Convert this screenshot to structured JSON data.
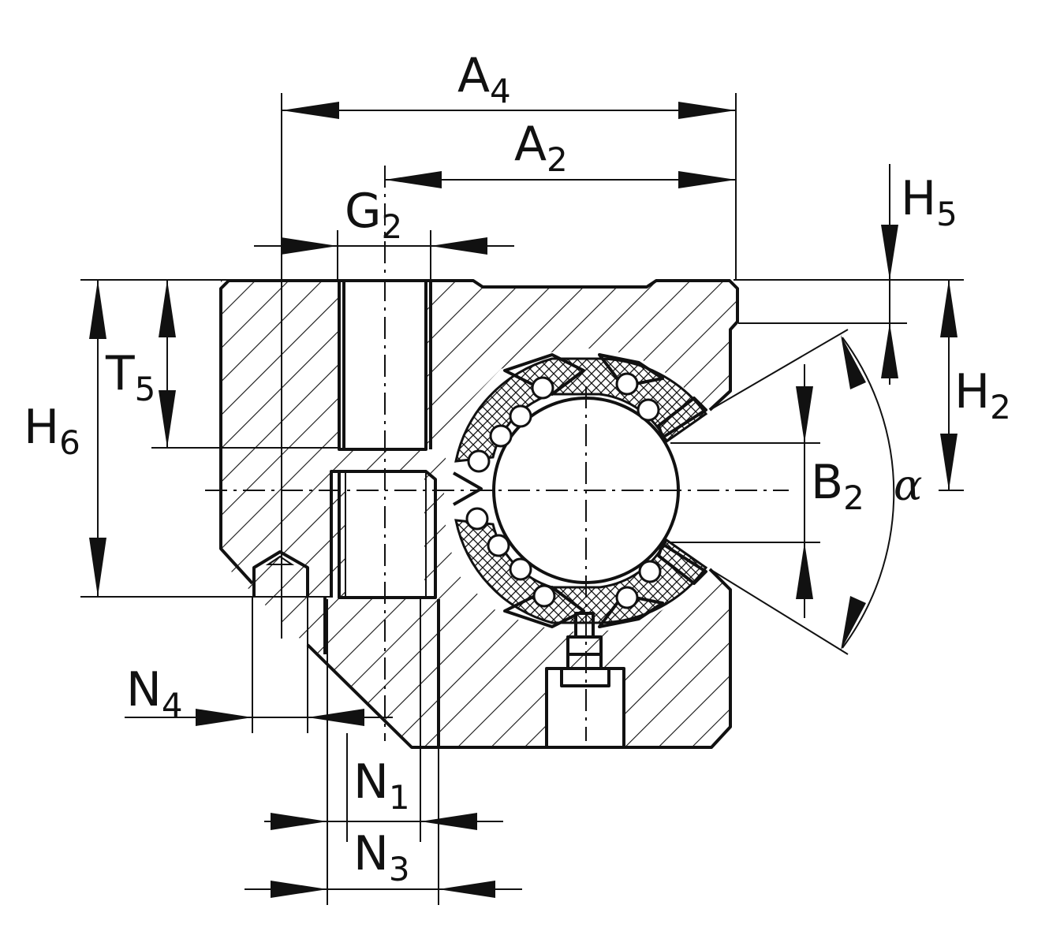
{
  "labels": {
    "A4": {
      "main": "A",
      "sub": "4"
    },
    "A2": {
      "main": "A",
      "sub": "2"
    },
    "G2": {
      "main": "G",
      "sub": "2"
    },
    "H5": {
      "main": "H",
      "sub": "5"
    },
    "H2": {
      "main": "H",
      "sub": "2"
    },
    "T5": {
      "main": "T",
      "sub": "5"
    },
    "H6": {
      "main": "H",
      "sub": "6"
    },
    "B2": {
      "main": "B",
      "sub": "2"
    },
    "alpha": "α",
    "N4": {
      "main": "N",
      "sub": "4"
    },
    "N1": {
      "main": "N",
      "sub": "1"
    },
    "N3": {
      "main": "N",
      "sub": "3"
    }
  }
}
